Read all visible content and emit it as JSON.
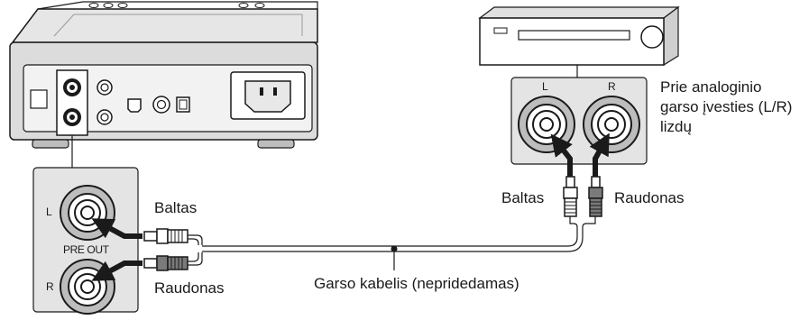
{
  "labels": {
    "white_left": "Baltas",
    "red_left": "Raudonas",
    "white_right": "Baltas",
    "red_right": "Raudonas",
    "cable": "Garso kabelis (nepridedamas)",
    "input_line1": "Prie analoginio",
    "input_line2": "garso įvesties (L/R)",
    "input_line3": "lizdų"
  },
  "jack_labels": {
    "left_L": "L",
    "left_R": "R",
    "pre_out": "PRE OUT",
    "right_L": "L",
    "right_R": "R"
  },
  "colors": {
    "line": "#1a1a1a",
    "device_gray": "#d9d9d9",
    "panel_bg": "#ffffff"
  }
}
